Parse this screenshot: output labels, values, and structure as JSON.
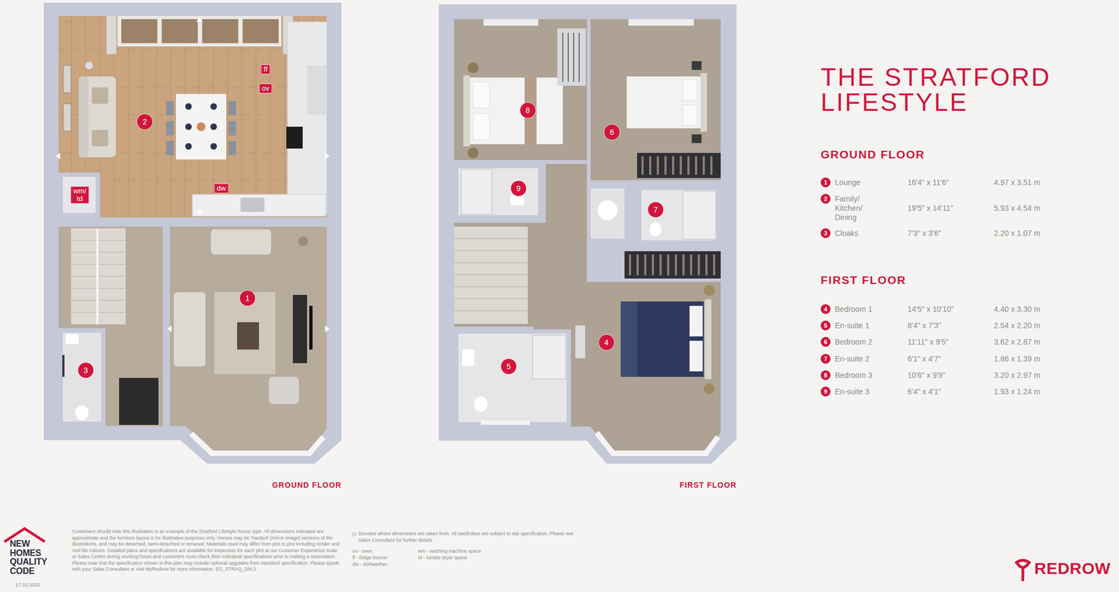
{
  "diagram": {
    "title": "THE STRATFORD LIFESTYLE",
    "nodes": [
      {
        "text": [
          "GROUND FLOOR"
        ]
      },
      {
        "text": [
          "2"
        ],
        "in": 0
      },
      {
        "text": [
          "ff"
        ],
        "in": 1
      },
      {
        "text": [
          "ov"
        ],
        "in": 1
      },
      {
        "text": [
          "dw"
        ],
        "in": 1
      },
      {
        "text": [
          "wm/ td"
        ],
        "in": 0
      },
      {
        "text": [
          "1"
        ],
        "in": 0
      },
      {
        "text": [
          "3"
        ],
        "in": 0
      },
      {
        "text": [
          "FIRST FLOOR"
        ]
      },
      {
        "text": [
          "8"
        ],
        "in": 8
      },
      {
        "text": [
          "6"
        ],
        "in": 8
      },
      {
        "text": [
          "9"
        ],
        "in": 8
      },
      {
        "text": [
          "7"
        ],
        "in": 8
      },
      {
        "text": [
          "4"
        ],
        "in": 8
      },
      {
        "text": [
          "5"
        ],
        "in": 8
      }
    ],
    "labels": [
      "GROUND FLOOR",
      "1",
      "Lounge",
      "16'4\" x 11'6\"",
      "4.97 x 3.51 m",
      "2",
      "Family/ Kitchen/ Dining",
      "19'5\" x 14'11\"",
      "5.93 x 4.54 m",
      "3",
      "Cloaks",
      "7'3\" x 3'6\"",
      "2.20 x 1.07 m",
      "FIRST FLOOR",
      "4",
      "Bedroom 1",
      "14'5\" x 10'10\"",
      "4.40 x 3.30 m",
      "5",
      "En-suite 1",
      "8'4\" x 7'3\"",
      "2.54 x 2.20 m",
      "6",
      "Bedroom 2",
      "11'11\" x 9'5\"",
      "3.62 x 2.87 m",
      "7",
      "En-suite 2",
      "6'1\" x 4'7\"",
      "1.86 x 1.39 m",
      "8",
      "Bedroom 3",
      "10'6\" x 9'9\"",
      "3.20 x 2.97 m",
      "9",
      "En-suite 3",
      "6'4\" x 4'1\"",
      "1.93 x 1.24 m",
      "NEW HOMES QUALITY CODE",
      "17.03.2023",
      "Customers should note this illustration is an example of the Stratford Lifestyle house type. All dimensions indicated are approximate and the furniture layout is for illustrative purposes only. Homes may be 'handed' (mirror image) versions of the illustrations, and may be detached, semi-detached or terraced. Materials used may differ from plot to plot including render and roof tile colours. Detailed plans and specifications are available for inspection for each plot at our Customer Experience Suite or Sales Centre during working hours and customers must check their individual specifications prior to making a reservation. Please note that the specification shown in this plan may include optional upgrades from standard specification. Please speak with your Sales Consultant or visit MyRedrow for more information. EG_STRAQ_DM.2",
      "ov - oven",
      "ff - fridge freezer",
      "dw - dishwasher",
      "wm - washing machine space",
      "td - tumble dryer space",
      "REDROW"
    ],
    "legend": [
      {
        "text": "Denotes where dimensions are taken from. All wardrobes are subject to site specification. Please see Sales Consultant for further details."
      }
    ]
  }
}
